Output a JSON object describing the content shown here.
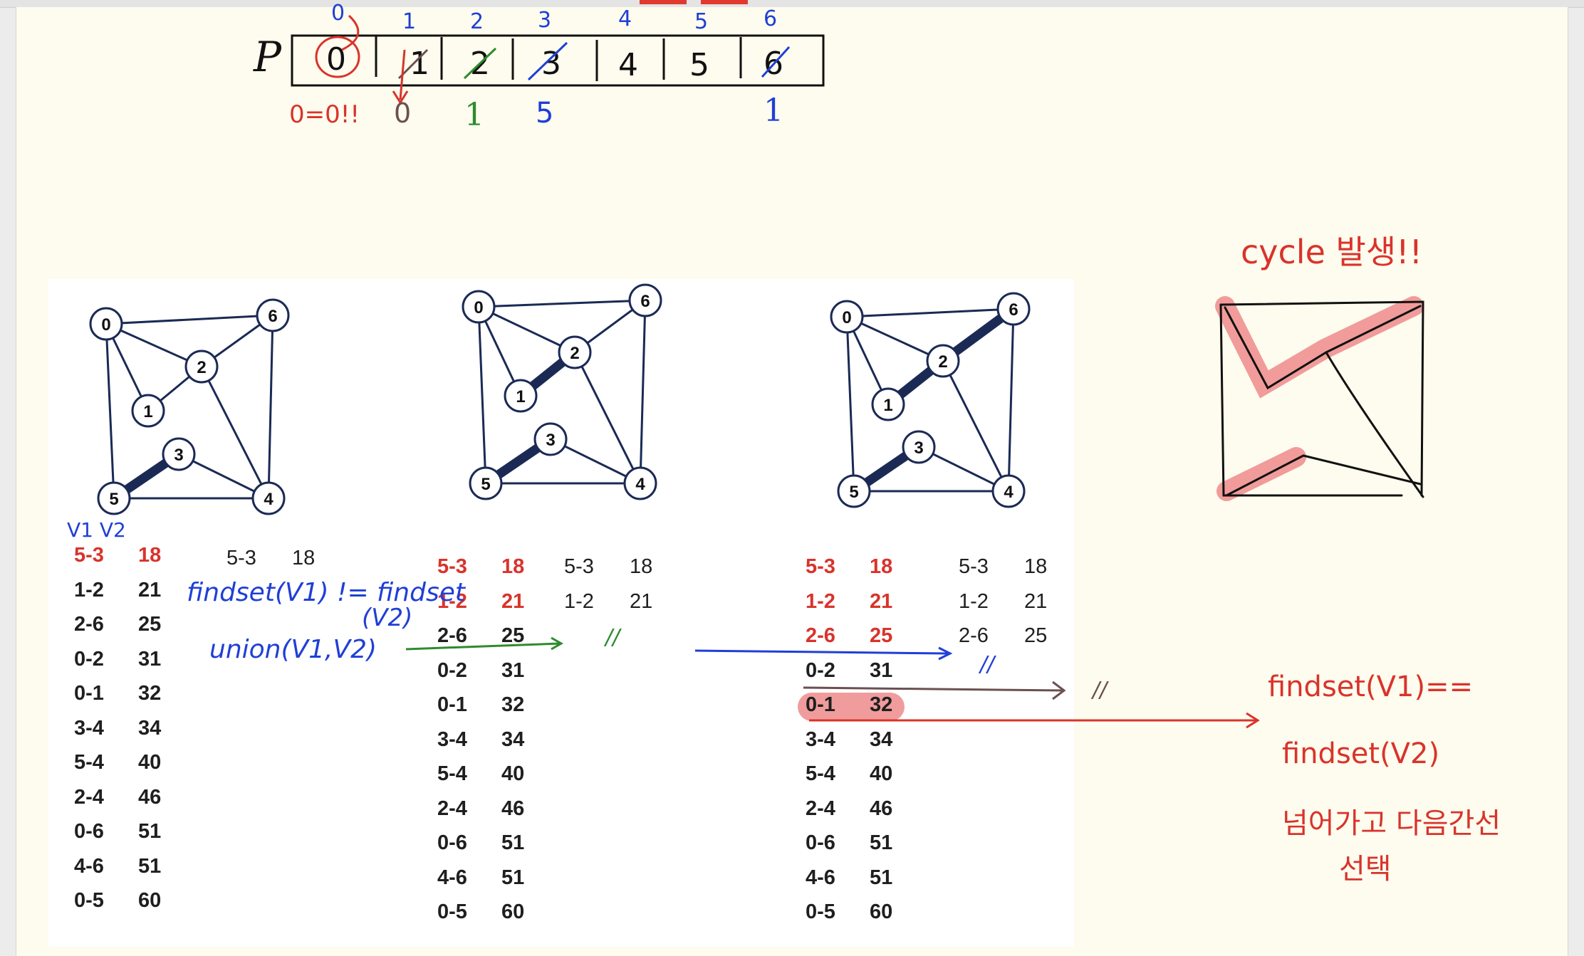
{
  "parent_array": {
    "row_label": "P",
    "indices": [
      "0",
      "1",
      "2",
      "3",
      "4",
      "5",
      "6"
    ],
    "cells": [
      "0",
      "1",
      "2",
      "3",
      "4",
      "5",
      "6"
    ],
    "updates": {
      "0": "0=0!!",
      "1": "0",
      "2": "1",
      "3": "5",
      "6": "1"
    }
  },
  "graph": {
    "nodes": [
      "0",
      "1",
      "2",
      "3",
      "4",
      "5",
      "6"
    ],
    "edges_panel_1_selected": [
      "5-3"
    ],
    "edges_panel_2_selected": [
      "5-3",
      "1-2"
    ],
    "edges_panel_3_selected": [
      "5-3",
      "1-2",
      "2-6"
    ]
  },
  "edge_list": {
    "header": "V1 V2",
    "rows": [
      {
        "edge": "5-3",
        "weight": "18"
      },
      {
        "edge": "1-2",
        "weight": "21"
      },
      {
        "edge": "2-6",
        "weight": "25"
      },
      {
        "edge": "0-2",
        "weight": "31"
      },
      {
        "edge": "0-1",
        "weight": "32"
      },
      {
        "edge": "3-4",
        "weight": "34"
      },
      {
        "edge": "5-4",
        "weight": "40"
      },
      {
        "edge": "2-4",
        "weight": "46"
      },
      {
        "edge": "0-6",
        "weight": "51"
      },
      {
        "edge": "4-6",
        "weight": "51"
      },
      {
        "edge": "0-5",
        "weight": "60"
      }
    ],
    "selected_1": [
      {
        "edge": "5-3",
        "weight": "18"
      }
    ],
    "selected_2": [
      {
        "edge": "5-3",
        "weight": "18"
      },
      {
        "edge": "1-2",
        "weight": "21"
      }
    ],
    "selected_3": [
      {
        "edge": "5-3",
        "weight": "18"
      },
      {
        "edge": "1-2",
        "weight": "21"
      },
      {
        "edge": "2-6",
        "weight": "25"
      }
    ]
  },
  "annotations": {
    "findset_line1": "findset(V1) != findset",
    "findset_line2": "(V2)",
    "union": "union(V1,V2)",
    "ditto1": "//",
    "ditto2": "//",
    "ditto3": "//",
    "cycle": "cycle 발생!!",
    "rule_line1": "findset(V1)==",
    "rule_line2": "findset(V2)",
    "rule_line3": "넘어가고 다음간선",
    "rule_line4": "선택"
  },
  "colors": {
    "red_ink": "#d9332b",
    "blue_ink": "#1f3fd6",
    "green_ink": "#2e8b2e",
    "brown_ink": "#6b5050",
    "highlight": "#ee8b8b",
    "edge_dark": "#1b2a55"
  }
}
